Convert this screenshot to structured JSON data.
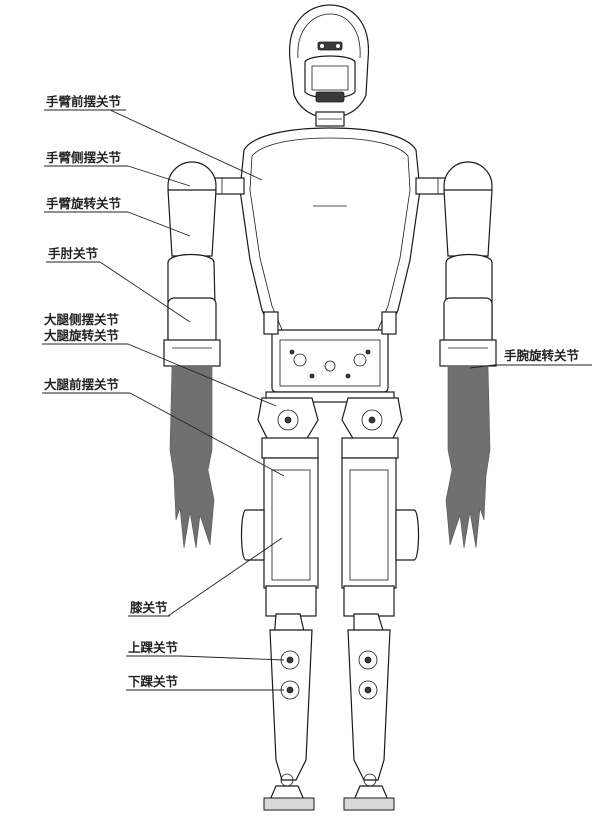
{
  "labels": {
    "arm_front_swing": "手臂前摆关节",
    "arm_side_swing": "手臂侧摆关节",
    "arm_rotate": "手臂旋转关节",
    "elbow": "手肘关节",
    "thigh_side_swing": "大腿侧摆关节",
    "thigh_rotate": "大腿旋转关节",
    "thigh_front_swing": "大腿前摆关节",
    "knee": "膝关节",
    "upper_ankle": "上踝关节",
    "lower_ankle": "下踝关节",
    "wrist_rotate": "手腕旋转关节"
  }
}
